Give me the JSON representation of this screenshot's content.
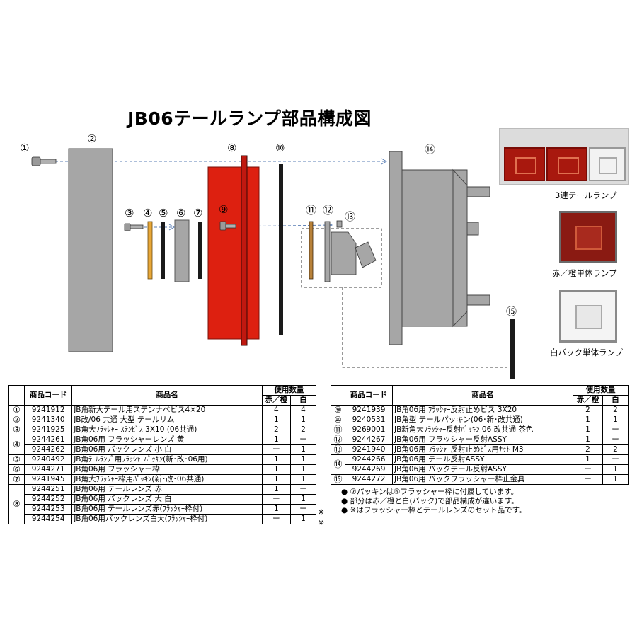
{
  "title": "JB06テールランプ部品構成図",
  "labels": {
    "n1": "①",
    "n2": "②",
    "n3": "③",
    "n4": "④",
    "n5": "⑤",
    "n6": "⑥",
    "n7": "⑦",
    "n8": "⑧",
    "n9": "⑨",
    "n10": "⑩",
    "n11": "⑪",
    "n12": "⑫",
    "n13": "⑬",
    "n14": "⑭",
    "n15": "⑮"
  },
  "photos": [
    {
      "caption": "3連テールランプ"
    },
    {
      "caption": "赤／橙単体ランプ"
    },
    {
      "caption": "白バック単体ランプ"
    }
  ],
  "table": {
    "headers": {
      "code": "商品コード",
      "name": "商品名",
      "usage": "使用数量",
      "red": "赤／橙",
      "white": "白"
    },
    "left_rows": [
      {
        "mark": "①",
        "code": "9241912",
        "name": "JB角新大テール用ステンナベビス4×20",
        "red": "4",
        "white": "4"
      },
      {
        "mark": "②",
        "code": "9241340",
        "name": "JB改/06 共通 大型 テールリム",
        "red": "1",
        "white": "1"
      },
      {
        "mark": "③",
        "code": "9241925",
        "name": "JB角大ﾌﾗｯｼｬｰ ｽﾃﾝﾋﾞｽ 3X10 (06共通)",
        "red": "2",
        "white": "2"
      },
      {
        "mark": "④",
        "code": "9244261",
        "name": "JB角06用 フラッシャーレンズ 黄",
        "red": "1",
        "white": "ー"
      },
      {
        "mark": "",
        "code": "9244262",
        "name": "JB角06用 バックレンズ 小 白",
        "red": "ー",
        "white": "1"
      },
      {
        "mark": "⑤",
        "code": "9240492",
        "name": "JB角ﾃｰﾙﾗﾝﾌﾟ用ﾌﾗｯｼｬｰﾊﾟｯｷﾝ(新･改･06用)",
        "red": "1",
        "white": "1"
      },
      {
        "mark": "⑥",
        "code": "9244271",
        "name": "JB角06用 フラッシャー枠",
        "red": "1",
        "white": "1"
      },
      {
        "mark": "⑦",
        "code": "9241945",
        "name": "JB角大ﾌﾗｯｼｬｰ枠用ﾊﾟｯｷﾝ(新･改･06共通)",
        "red": "1",
        "white": "1"
      },
      {
        "mark": "⑧",
        "code": "9244251",
        "name": "JB角06用 テールレンズ 赤",
        "red": "1",
        "white": "ー"
      },
      {
        "mark": "",
        "code": "9244252",
        "name": "JB角06用 バックレンズ 大 白",
        "red": "ー",
        "white": "1"
      },
      {
        "mark": "",
        "code": "9244253",
        "name": "JB角06用 テールレンズ赤(ﾌﾗｯｼｬｰ枠付)",
        "red": "1",
        "white": "ー"
      },
      {
        "mark": "",
        "code": "9244254",
        "name": "JB角06用バックレンズ白大(ﾌﾗｯｼｬｰ枠付)",
        "red": "ー",
        "white": "1"
      }
    ],
    "right_rows": [
      {
        "mark": "⑨",
        "code": "9241939",
        "name": "JB角06用 ﾌﾗｯｼｬｰ反射止めビス 3X20",
        "red": "2",
        "white": "2"
      },
      {
        "mark": "⑩",
        "code": "9240531",
        "name": "JB角型 テールパッキン(06･新･改共通)",
        "red": "1",
        "white": "1"
      },
      {
        "mark": "⑪",
        "code": "9269001",
        "name": "JB新角大ﾌﾗｯｼｬｰ反射ﾊﾟｯｷﾝ 06 改共通 茶色",
        "red": "1",
        "white": "ー"
      },
      {
        "mark": "⑫",
        "code": "9244267",
        "name": "JB角06用 フラッシャー反射ASSY",
        "red": "1",
        "white": "ー"
      },
      {
        "mark": "⑬",
        "code": "9241940",
        "name": "JB角06用 ﾌﾗｯｼｬｰ反射止めﾋﾞｽ用ﾅｯﾄ M3",
        "red": "2",
        "white": "2"
      },
      {
        "mark": "⑭",
        "code": "9244266",
        "name": "JB角06用 テール反射ASSY",
        "red": "1",
        "white": "ー"
      },
      {
        "mark": "",
        "code": "9244269",
        "name": "JB角06用 バックテール反射ASSY",
        "red": "ー",
        "white": "1"
      },
      {
        "mark": "⑮",
        "code": "9244272",
        "name": "JB角06用 バックフラッシャー枠止金具",
        "red": "ー",
        "white": "1"
      }
    ],
    "star": "※"
  },
  "notes": [
    "● ⑦パッキンは⑥フラッシャー枠に付属しています。",
    "● 部分は赤／橙と白(バック)で部品構成が違います。",
    "● ※はフラッシャー枠とテールレンズのセット品です。"
  ]
}
